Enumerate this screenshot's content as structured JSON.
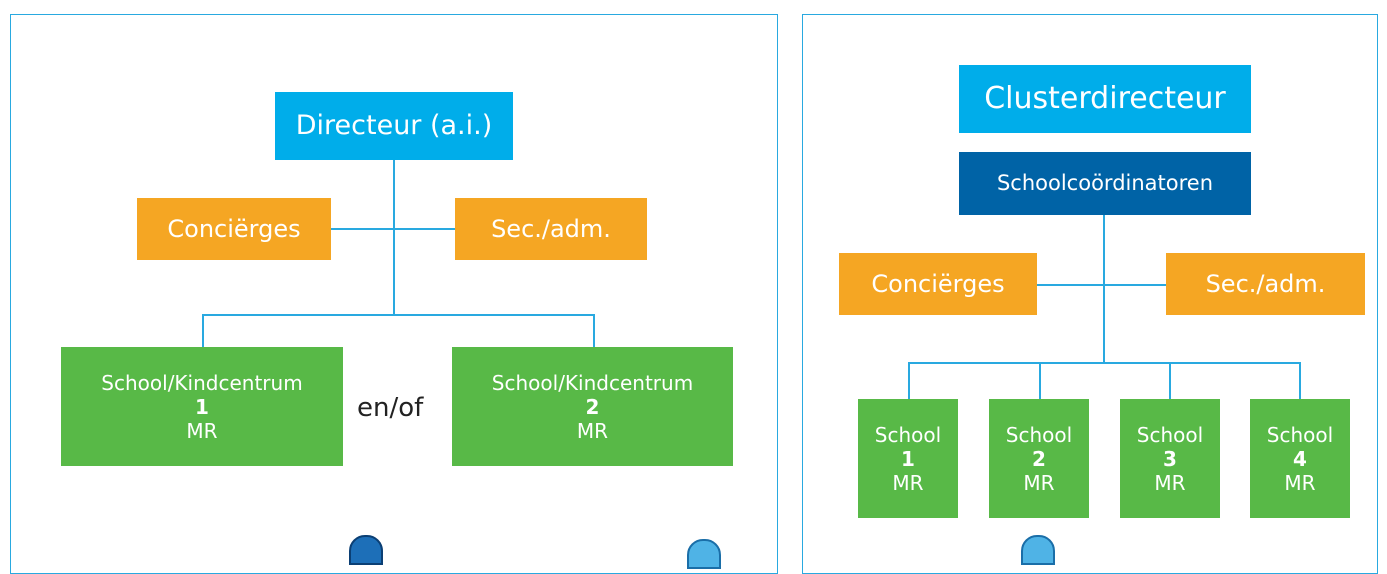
{
  "left": {
    "director": "Directeur (a.i.)",
    "conciergers": "Conciërges",
    "secretariat": "Sec./adm.",
    "connector": "en/of",
    "schools": [
      {
        "name": "School/Kindcentrum",
        "number": "1",
        "council": "MR"
      },
      {
        "name": "School/Kindcentrum",
        "number": "2",
        "council": "MR"
      }
    ]
  },
  "right": {
    "director": "Clusterdirecteur",
    "coordinators": "Schoolcoördinatoren",
    "conciergers": "Conciërges",
    "secretariat": "Sec./adm.",
    "schools": [
      {
        "name": "School",
        "number": "1",
        "council": "MR"
      },
      {
        "name": "School",
        "number": "2",
        "council": "MR"
      },
      {
        "name": "School",
        "number": "3",
        "council": "MR"
      },
      {
        "name": "School",
        "number": "4",
        "council": "MR"
      }
    ]
  },
  "colors": {
    "border": "#29a9e0",
    "director": "#00adea",
    "coordinators": "#0063a6",
    "support": "#f5a623",
    "school": "#58b947"
  }
}
